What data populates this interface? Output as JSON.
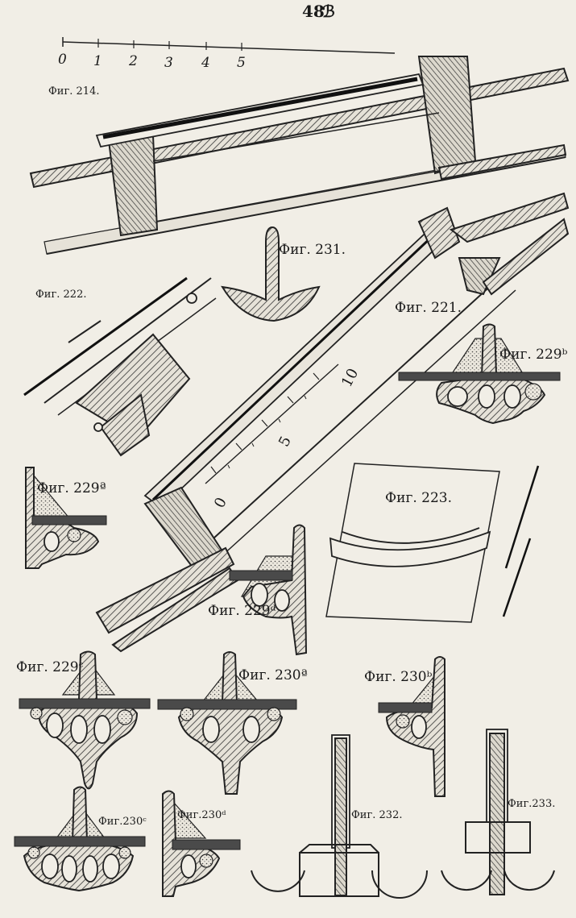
{
  "page_number": "48",
  "scale": {
    "marks": [
      "0",
      "1",
      "2",
      "3",
      "4",
      "5"
    ]
  },
  "figures": {
    "fig214": "Фиг. 214.",
    "fig221": "Фиг. 221.",
    "fig222": "Фиг. 222.",
    "fig223": "Фиг. 223.",
    "fig229a": "Фиг. 229ª",
    "fig229b": "Фиг. 229ᵇ",
    "fig229c": "Фиг. 229ᶜ",
    "fig229d": "Фиг. 229ᵈ",
    "fig230a": "Фиг. 230ª",
    "fig230b": "Фиг. 230ᵇ",
    "fig230c": "Фиг.230ᶜ",
    "fig230d": "Фиг.230ᵈ",
    "fig231": "Фиг. 231.",
    "fig232": "Фиг. 232.",
    "fig233": "Фиг.233."
  },
  "ruler_221": {
    "ticks": [
      "0",
      "5",
      "10"
    ]
  }
}
